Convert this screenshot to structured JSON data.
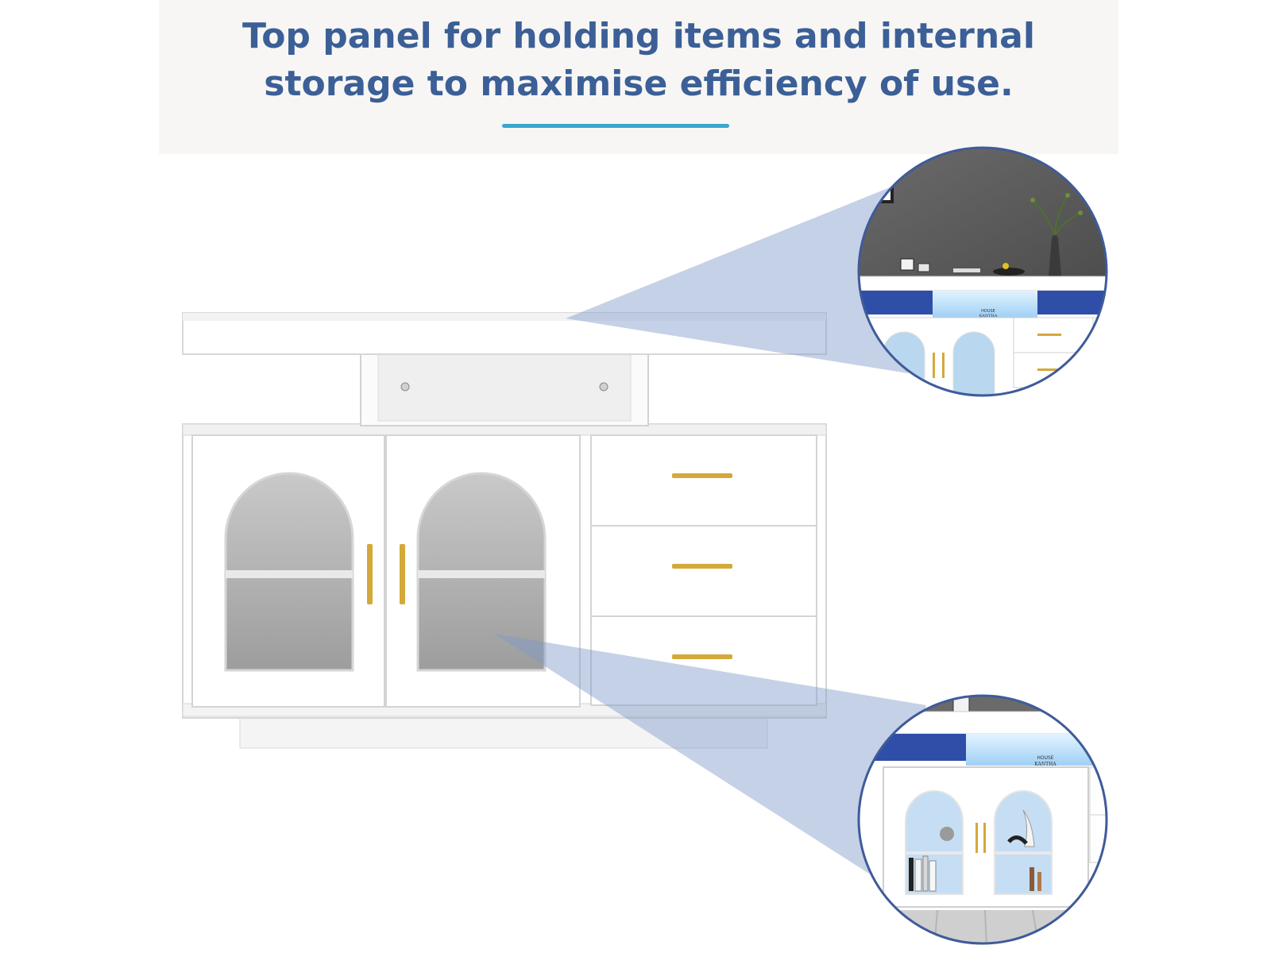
{
  "headline": {
    "line1": "Top panel for holding items and internal",
    "line2": "storage to maximise efficiency of use."
  },
  "colors": {
    "headline_text": "#3b5f96",
    "accent_rule": "#3aa6cf",
    "banner_bg": "#f7f6f4",
    "cabinet_white": "#ffffff",
    "cabinet_edge": "#dcdcdc",
    "glass_grey": "#b8b8b8",
    "brass_handle": "#d4a93a",
    "callout_cone": "#7e9ac8",
    "callout_border": "#3f5b9a",
    "wall_dark": "#5f5f5f",
    "led_blue": "#2f4ea8",
    "led_glow": "#cfe9ff"
  },
  "callouts": [
    {
      "name": "top-panel-zoom",
      "book_label_1": "HOUSE",
      "book_label_2": "KANTHA"
    },
    {
      "name": "internal-storage-zoom",
      "book_label_1": "HOUSE",
      "book_label_2": "KANTHA"
    }
  ]
}
